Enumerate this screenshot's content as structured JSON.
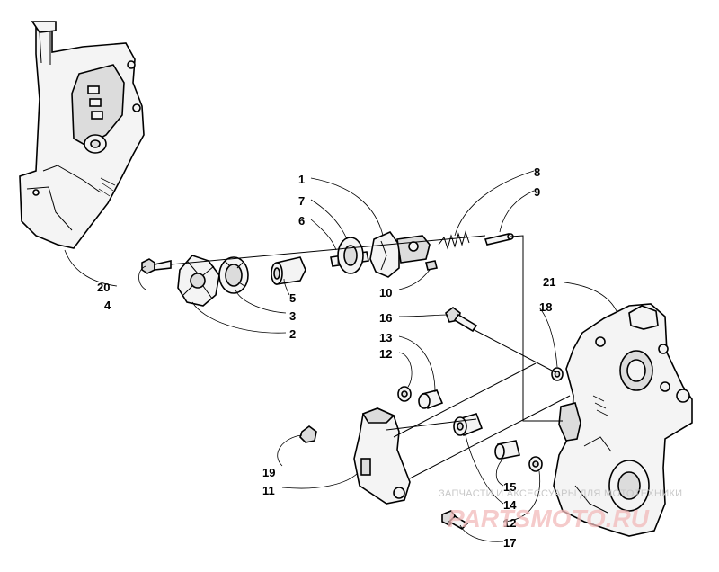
{
  "callouts": {
    "c1": "1",
    "c2": "2",
    "c3": "3",
    "c4": "4",
    "c5": "5",
    "c6": "6",
    "c7": "7",
    "c8": "8",
    "c9": "9",
    "c10": "10",
    "c11": "11",
    "c12a": "12",
    "c12b": "12",
    "c13": "13",
    "c14": "14",
    "c15": "15",
    "c16": "16",
    "c17": "17",
    "c18": "18",
    "c19": "19",
    "c20": "20",
    "c21": "21"
  },
  "watermark": {
    "text": "ЗАПЧАСТИ И АКСЕССУАРЫ ДЛЯ МОТОТЕХНИКИ",
    "logo": "PARTSMOTO.RU"
  }
}
